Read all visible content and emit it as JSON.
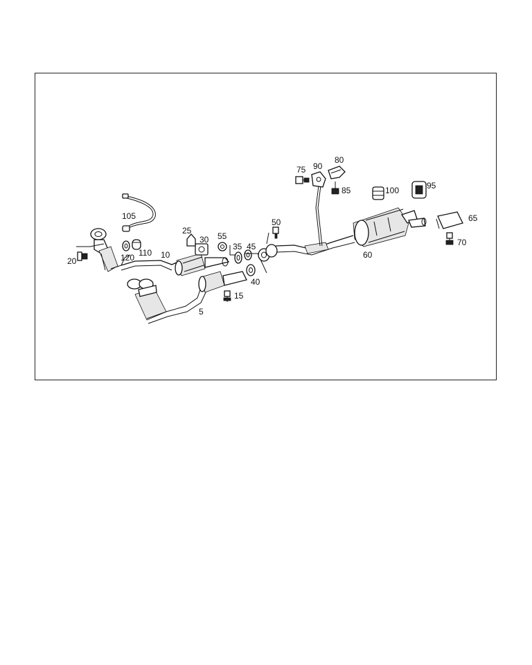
{
  "diagram": {
    "labels": [
      {
        "id": "105",
        "text": "105"
      },
      {
        "id": "25",
        "text": "25"
      },
      {
        "id": "30",
        "text": "30"
      },
      {
        "id": "55",
        "text": "55"
      },
      {
        "id": "35",
        "text": "35"
      },
      {
        "id": "45",
        "text": "45"
      },
      {
        "id": "50",
        "text": "50"
      },
      {
        "id": "75",
        "text": "75"
      },
      {
        "id": "90",
        "text": "90"
      },
      {
        "id": "80",
        "text": "80"
      },
      {
        "id": "85",
        "text": "85"
      },
      {
        "id": "100",
        "text": "100"
      },
      {
        "id": "95",
        "text": "95"
      },
      {
        "id": "65",
        "text": "65"
      },
      {
        "id": "70",
        "text": "70"
      },
      {
        "id": "60",
        "text": "60"
      },
      {
        "id": "20",
        "text": "20"
      },
      {
        "id": "120",
        "text": "120"
      },
      {
        "id": "110",
        "text": "110"
      },
      {
        "id": "10",
        "text": "10"
      },
      {
        "id": "40",
        "text": "40"
      },
      {
        "id": "15",
        "text": "15"
      },
      {
        "id": "5",
        "text": "5"
      }
    ]
  }
}
